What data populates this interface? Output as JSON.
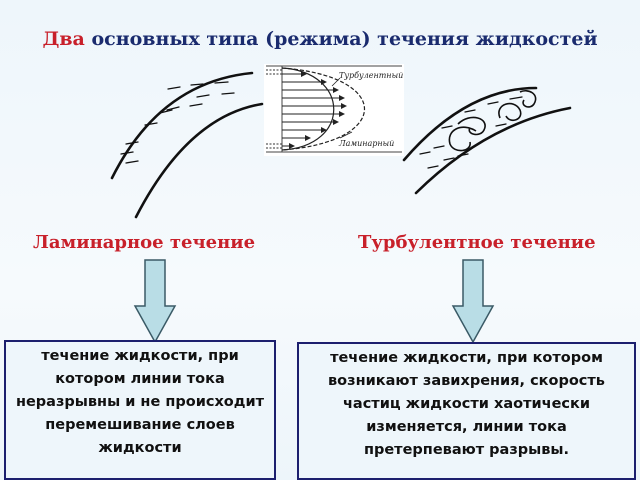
{
  "title": {
    "accent": "Два",
    "rest": " основных типа (режима) течения жидкостей"
  },
  "diagram": {
    "label_turbulent": "Турбулентный",
    "label_laminar": "Ламинарный"
  },
  "laminar": {
    "heading": "Ламинарное течение",
    "description": "течение жидкости, при котором линии тока неразрывны и не происходит перемешивание слоев жидкости"
  },
  "turbulent": {
    "heading": "Турбулентное течение",
    "description": "течение жидкости, при котором возникают завихрения, скорость частиц жидкости хаотически изменяется, линии тока претерпевают разрывы."
  },
  "colors": {
    "title": "#1a2b6e",
    "accent": "#c8202a",
    "box_border": "#1c1f6e",
    "arrow_fill": "#b9dde6",
    "arrow_stroke": "#3a5a66"
  }
}
